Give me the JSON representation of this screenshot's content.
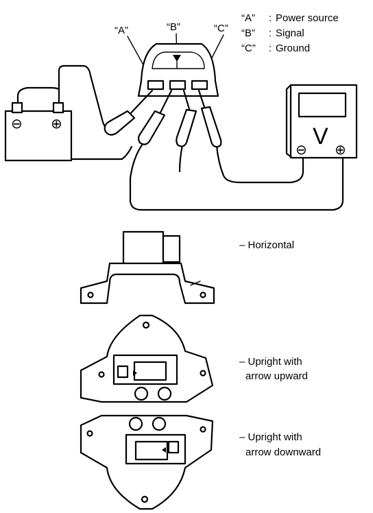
{
  "pin_labels": {
    "a": "“A”",
    "b": "“B”",
    "c": "“C”"
  },
  "legend": [
    {
      "key": "“A”",
      "sep": ":",
      "value": "Power source"
    },
    {
      "key": "“B”",
      "sep": ":",
      "value": "Signal"
    },
    {
      "key": "“C”",
      "sep": ":",
      "value": "Ground"
    }
  ],
  "battery": {
    "minus": "⊖",
    "plus": "⊕"
  },
  "voltmeter": {
    "symbol": "V",
    "minus": "⊖",
    "plus": "⊕"
  },
  "orientations": [
    {
      "lines": [
        "– Horizontal"
      ]
    },
    {
      "lines": [
        "– Upright with",
        "arrow upward"
      ]
    },
    {
      "lines": [
        "– Upright with",
        "arrow downward"
      ]
    }
  ]
}
